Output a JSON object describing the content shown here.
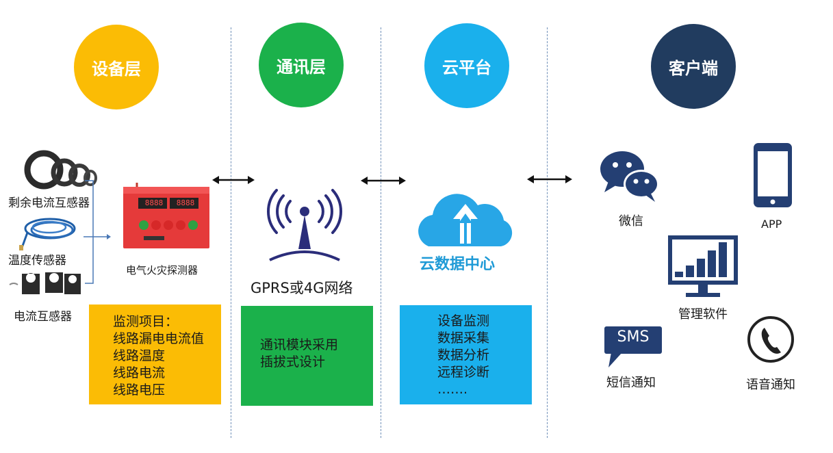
{
  "colors": {
    "device": "#fbbc05",
    "comm": "#1bb14b",
    "cloud": "#1ab0ec",
    "client": "#213c5f",
    "icon_dark": "#243f73",
    "cloud_icon": "#28a6e6",
    "cloud_text": "#1e9ad6"
  },
  "layers": {
    "device": "设备层",
    "comm": "通讯层",
    "cloud": "云平台",
    "client": "客户端"
  },
  "sensors": {
    "residual": "剩余电流互感器",
    "temperature": "温度传感器",
    "current": "电流互感器"
  },
  "detector": {
    "label": "电气火灾探测器",
    "display_left": "8888",
    "display_right": "8888"
  },
  "network_label": "GPRS或4G网络",
  "cloud_center_label": "云数据中心",
  "boxes": {
    "device": [
      "监测项目：",
      "线路漏电电流值",
      "线路温度",
      "线路电流",
      "线路电压"
    ],
    "comm": [
      "通讯模块采用",
      "插拔式设计"
    ],
    "cloud": [
      "设备监测",
      "数据采集",
      "数据分析",
      "远程诊断",
      "……."
    ]
  },
  "clients": {
    "wechat": "微信",
    "app": "APP",
    "management": "管理软件",
    "sms": "短信通知",
    "sms_badge": "SMS",
    "voice": "语音通知"
  }
}
